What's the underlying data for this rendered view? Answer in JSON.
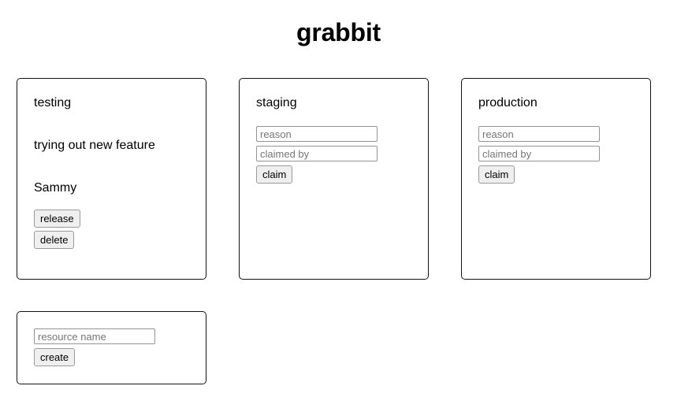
{
  "app": {
    "title": "grabbit"
  },
  "resources": [
    {
      "name": "testing",
      "claimed": true,
      "reason": "trying out new feature",
      "claimed_by": "Sammy",
      "release_label": "release",
      "delete_label": "delete"
    },
    {
      "name": "staging",
      "claimed": false,
      "reason_placeholder": "reason",
      "claimed_by_placeholder": "claimed by",
      "reason_value": "",
      "claimed_by_value": "",
      "claim_label": "claim"
    },
    {
      "name": "production",
      "claimed": false,
      "reason_placeholder": "reason",
      "claimed_by_placeholder": "claimed by",
      "reason_value": "",
      "claimed_by_value": "",
      "claim_label": "claim"
    }
  ],
  "create_form": {
    "resource_name_placeholder": "resource name",
    "resource_name_value": "",
    "create_label": "create"
  },
  "colors": {
    "page_background": "#ffffff",
    "text": "#000000",
    "card_border": "#121212",
    "input_border": "#949494",
    "placeholder": "#757575",
    "button_background": "#efefef",
    "button_border": "#9a9a9a"
  }
}
